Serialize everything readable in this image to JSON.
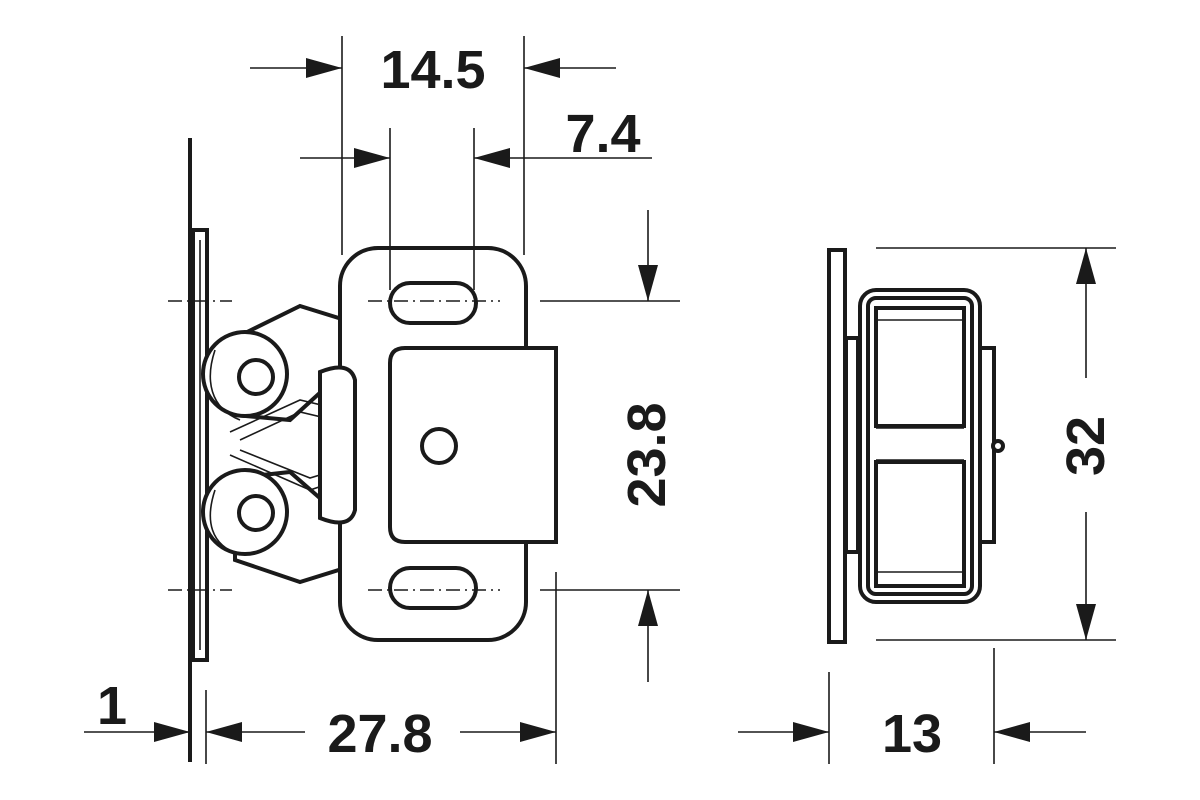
{
  "dimensions": {
    "width_14_5": "14.5",
    "width_7_4": "7.4",
    "thickness_1": "1",
    "depth_27_8": "27.8",
    "height_23_8": "23.8",
    "depth_13": "13",
    "height_32": "32"
  },
  "colors": {
    "ink": "#1a1a1a",
    "background": "#ffffff"
  }
}
